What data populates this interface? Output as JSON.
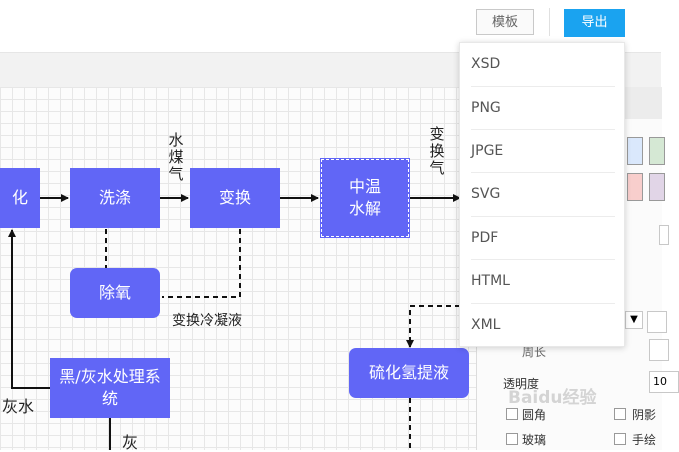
{
  "header": {
    "template_label": "模板",
    "export_label": "导出"
  },
  "export_menu": {
    "items": [
      "XSD",
      "PNG",
      "JPGE",
      "SVG",
      "PDF",
      "HTML",
      "XML"
    ]
  },
  "diagram": {
    "nodes": {
      "partial": "化",
      "wash": "洗涤",
      "shift": "变换",
      "mid_hydrolysis": "中温\n水解",
      "deoxygen": "除氧",
      "water_treatment": "黑/灰水处理系\n统",
      "h2s_extract": "硫化氢提液"
    },
    "labels": {
      "water_gas": "水煤气",
      "shift_gas": "变换气",
      "shift_condensate": "变换冷凝液",
      "grey_water": "灰水",
      "grey_water_2": "灰"
    }
  },
  "properties_panel": {
    "perimeter_label": "周长",
    "opacity_label": "透明度",
    "opacity_value": "10",
    "rounded_label": "圆角",
    "shadow_label": "阴影",
    "glass_label": "玻璃",
    "sketch_label": "手绘",
    "colors": [
      "#dae8fc",
      "#d5e8d4",
      "#f8cecc",
      "#e1d5e7"
    ]
  },
  "watermark": "Baidu经验"
}
